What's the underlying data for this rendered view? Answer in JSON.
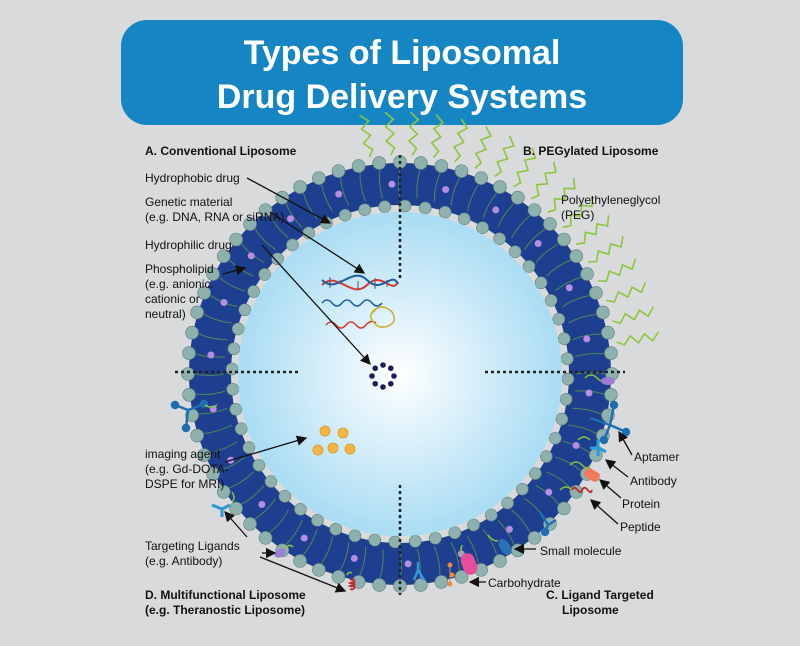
{
  "title": {
    "line1": "Types of Liposomal",
    "line2": "Drug Delivery Systems"
  },
  "sections": {
    "a": "A. Conventional Liposome",
    "b": "B. PEGylated Liposome",
    "c_line1": "C. Ligand Targeted",
    "c_line2": "Liposome",
    "d_line1": "D. Multifunctional Liposome",
    "d_line2": "(e.g. Theranostic Liposome)"
  },
  "labels": {
    "hydrophobic": "Hydrophobic drug",
    "genetic_1": "Genetic material",
    "genetic_2": "(e.g. DNA, RNA or siRNA)",
    "hydrophilic": "Hydrophilic drug",
    "phospho_1": "Phospholipid",
    "phospho_2": "(e.g. anionic.",
    "phospho_3": "cationic or",
    "phospho_4": "neutral)",
    "peg_1": "Polyethyleneglycol",
    "peg_2": "(PEG)",
    "imaging_1": "imaging agent",
    "imaging_2": "(e.g. Gd-DOTA-",
    "imaging_3": "DSPE for MRI)",
    "targeting_1": "Targeting Ligands",
    "targeting_2": "(e.g. Antibody)",
    "aptamer": "Aptamer",
    "antibody": "Antibody",
    "protein": "Protein",
    "peptide": "Peptide",
    "small_molecule": "Small molecule",
    "carbohydrate": "Carbohydrate"
  },
  "colors": {
    "banner": "#1585c3",
    "bilayer": "#1e3f8f",
    "lipid_head": "#8fb1ae",
    "core": "#c9ecfb",
    "peg": "#8cc63f",
    "drug_dot": "#1a1f5c",
    "imaging": "#f5b544"
  }
}
